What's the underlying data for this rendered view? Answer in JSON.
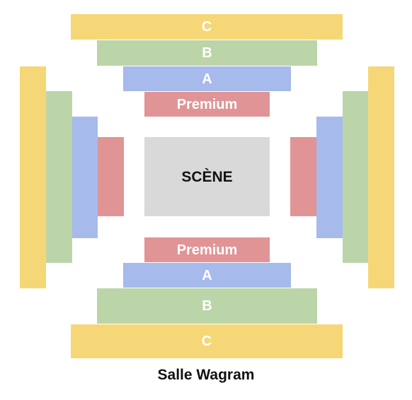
{
  "venue": {
    "name": "Salle Wagram"
  },
  "stage": {
    "label": "SCÈNE",
    "color": "#d9d9d9"
  },
  "tiers": {
    "premium": {
      "label": "Premium",
      "color": "#e09496"
    },
    "a": {
      "label": "A",
      "color": "#a6baeb"
    },
    "b": {
      "label": "B",
      "color": "#bcd5a8"
    },
    "c": {
      "label": "C",
      "color": "#f6d777"
    }
  }
}
